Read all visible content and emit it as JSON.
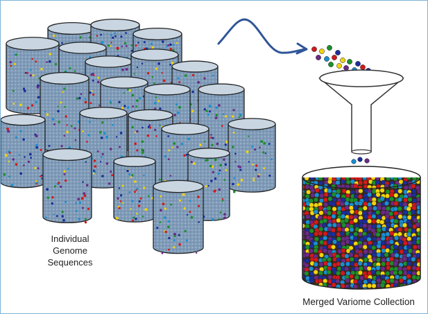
{
  "captions": {
    "individual_line1": "Individual",
    "individual_line2": "Genome",
    "individual_line3": "Sequences",
    "merged": "Merged Variome Collection"
  },
  "colors": {
    "frame_border": "#7fb2d8",
    "cylinder_fill": "#7f9bb8",
    "cylinder_rim": "#c9d6e2",
    "arrow": "#2f5597",
    "bead_colors": [
      "#d11a1a",
      "#f2d40c",
      "#1d8f2a",
      "#1c2e9b",
      "#6b2a86",
      "#1a8fd0"
    ]
  },
  "icons": {
    "flow_arrow": "curved-arrow-icon",
    "funnel": "funnel-icon"
  }
}
